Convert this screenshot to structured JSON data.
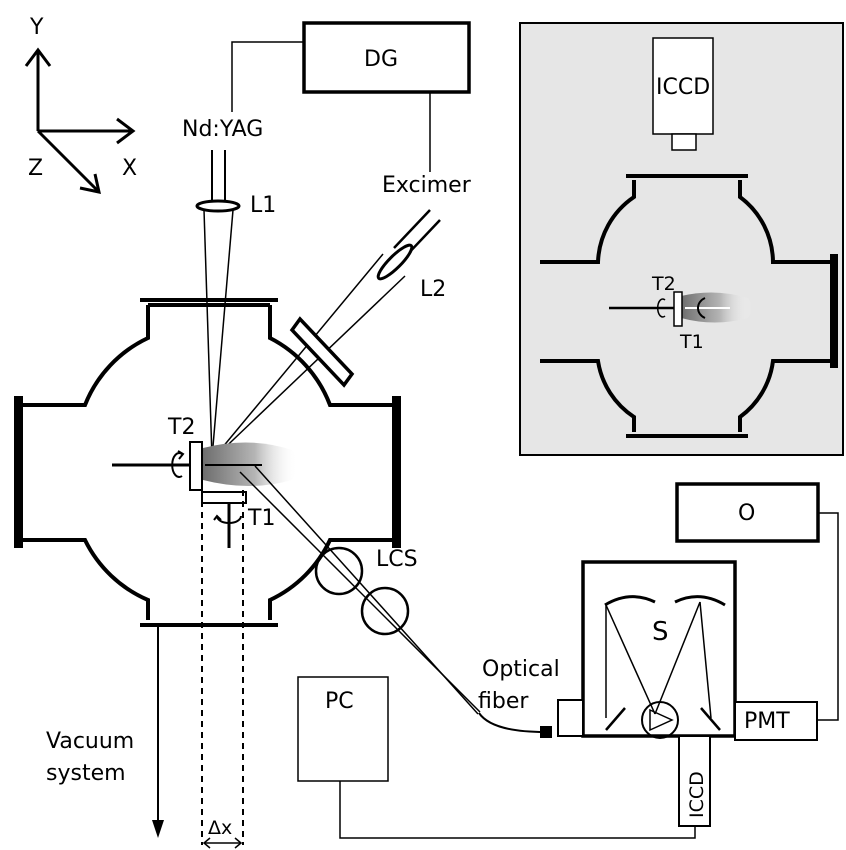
{
  "labels": {
    "axis_y": "Y",
    "axis_x": "X",
    "axis_z": "Z",
    "dg": "DG",
    "ndyag": "Nd:YAG",
    "excimer": "Excimer",
    "l1": "L1",
    "l2": "L2",
    "t2": "T2",
    "t1": "T1",
    "lcs": "LCS",
    "o": "O",
    "s": "S",
    "pmt": "PMT",
    "pc": "PC",
    "iccd_camera": "ICCD",
    "iccd_spectrometer": "ICCD",
    "optical_fiber_line1": "Optical",
    "optical_fiber_line2": "fiber",
    "vacuum_line1": "Vacuum",
    "vacuum_line2": "system",
    "delta_x": "Δx",
    "inset_t2": "T2",
    "inset_t1": "T1"
  },
  "colors": {
    "inset_background": "#e6e6e6",
    "line": "#000000",
    "plume": "#9a9a9a"
  }
}
